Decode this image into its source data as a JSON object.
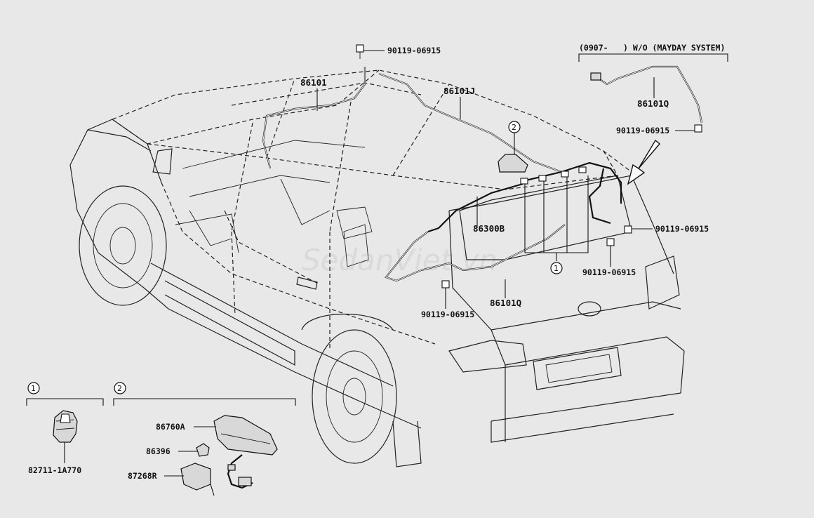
{
  "watermark": "SedanViet.vn",
  "variant_note": {
    "prefix": "(0907-",
    "suffix": ") W/O (MAYDAY SYSTEM)"
  },
  "part_labels": {
    "bolt_top": "90119-06915",
    "antenna_cord_front": "86101",
    "antenna_cord_j": "86101J",
    "cord_q_top": "86101Q",
    "bolt_right_top": "90119-06915",
    "antenna_assy": "86300B",
    "bolt_right_mid": "90119-06915",
    "bolt_right_low": "90119-06915",
    "bolt_center": "90119-06915",
    "cord_q_center": "86101Q",
    "antenna_case": "86760A",
    "antenna_gasket": "86396",
    "antenna_bracket": "87268R",
    "clamp_part": "82711-1A770"
  },
  "callouts": {
    "callout_1_main": "1",
    "callout_2_main": "2",
    "inset_1": "1",
    "inset_2": "2"
  }
}
